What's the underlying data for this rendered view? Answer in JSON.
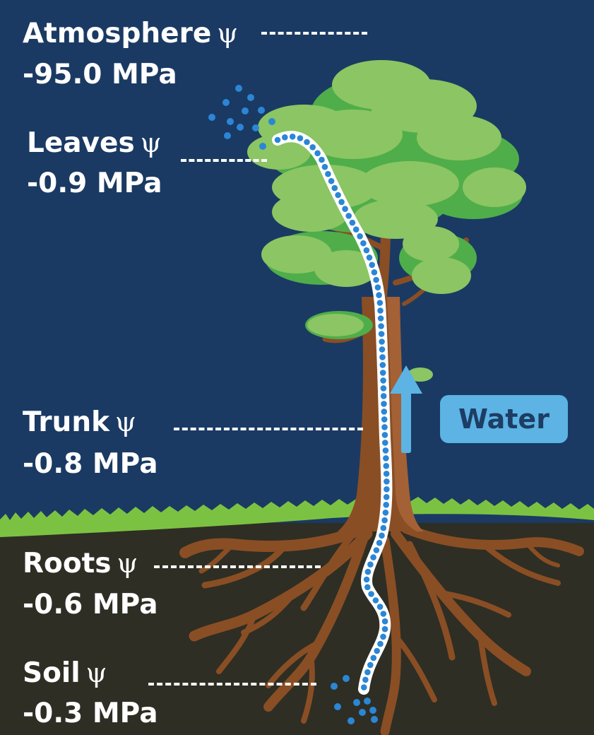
{
  "labels": {
    "atmosphere": {
      "name": "Atmosphere",
      "symbol": "ψ",
      "value": "-95.0 MPa"
    },
    "leaves": {
      "name": "Leaves",
      "symbol": "ψ",
      "value": "-0.9 MPa"
    },
    "trunk": {
      "name": "Trunk",
      "symbol": "ψ",
      "value": "-0.8 MPa"
    },
    "roots": {
      "name": "Roots",
      "symbol": "ψ",
      "value": "-0.6 MPa"
    },
    "soil": {
      "name": "Soil",
      "symbol": "ψ",
      "value": "-0.3 MPa"
    }
  },
  "water_label": "Water",
  "colors": {
    "sky": "#1a3a63",
    "soil": "#2e2e24",
    "grass": "#7cc242",
    "trunk": "#8a4e24",
    "leaf_light": "#8cc563",
    "leaf_dark": "#4fae4a",
    "water_dot": "#2b86d6",
    "water_badge": "#5cb3e4",
    "label_text": "#ffffff"
  }
}
